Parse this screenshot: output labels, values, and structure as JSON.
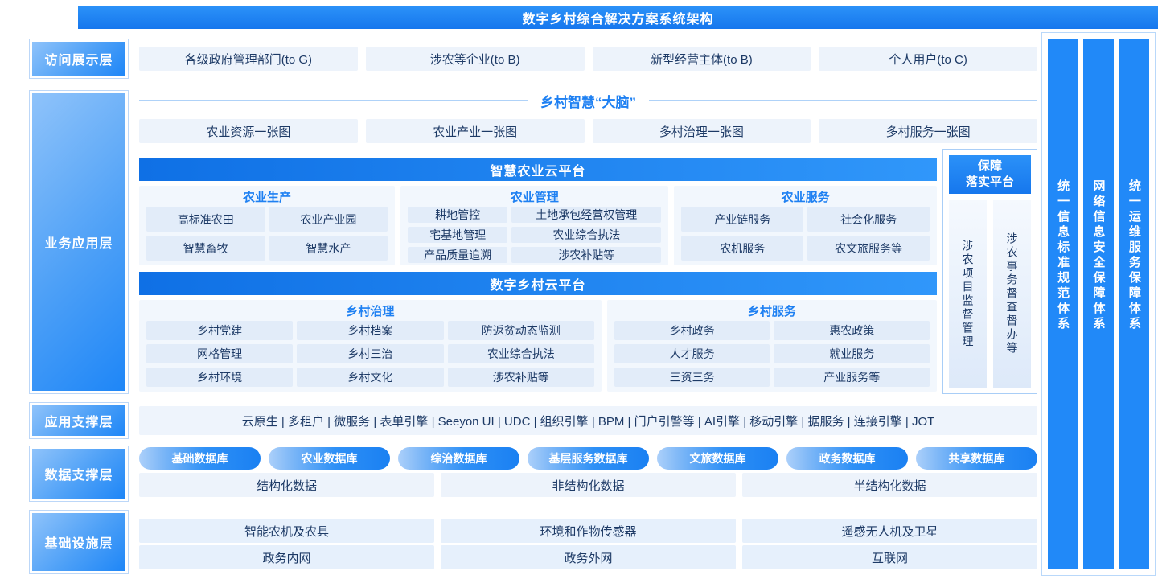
{
  "title": "数字乡村综合解决方案系统架构",
  "left_layers": [
    {
      "label": "访问展示层"
    },
    {
      "label": "业务应用层"
    },
    {
      "label": "应用支撑层"
    },
    {
      "label": "数据支撑层"
    },
    {
      "label": "基础设施层"
    }
  ],
  "access": {
    "items": [
      "各级政府管理部门(to G)",
      "涉农等企业(to B)",
      "新型经营主体(to B)",
      "个人用户(to C)"
    ]
  },
  "brain": {
    "title": "乡村智慧“大脑”",
    "maps": [
      "农业资源一张图",
      "农业产业一张图",
      "多村治理一张图",
      "多村服务一张图"
    ]
  },
  "smart_agri": {
    "title": "智慧农业云平台",
    "groups": [
      {
        "title": "农业生产",
        "items": [
          "高标准农田",
          "农业产业园",
          "智慧畜牧",
          "智慧水产"
        ]
      },
      {
        "title": "农业管理",
        "items": [
          "耕地管控",
          "土地承包经营权管理",
          "宅基地管理",
          "农业综合执法",
          "产品质量追溯",
          "涉农补贴等"
        ]
      },
      {
        "title": "农业服务",
        "items": [
          "产业链服务",
          "社会化服务",
          "农机服务",
          "农文旅服务等"
        ]
      }
    ]
  },
  "digital_village": {
    "title": "数字乡村云平台",
    "groups": [
      {
        "title": "乡村治理",
        "items": [
          "乡村党建",
          "乡村档案",
          "防返贫动态监测",
          "网格管理",
          "乡村三治",
          "农业综合执法",
          "乡村环境",
          "乡村文化",
          "涉农补贴等"
        ]
      },
      {
        "title": "乡村服务",
        "items": [
          "乡村政务",
          "惠农政策",
          "人才服务",
          "就业服务",
          "三资三务",
          "产业服务等"
        ]
      }
    ]
  },
  "guarantee": {
    "title_lines": [
      "保障",
      "落实平台"
    ],
    "items": [
      "涉农项目监督管理",
      "涉农事务督查督办等"
    ]
  },
  "app_support": {
    "separator": " | ",
    "items": [
      "云原生",
      "多租户",
      "微服务",
      "表单引擎",
      "Seeyon UI",
      "UDC",
      "组织引擎",
      "BPM",
      "门户引警等",
      "AI引擎",
      "移动引擎",
      "据服务",
      "连接引擎",
      "JOT"
    ]
  },
  "data_support": {
    "databases": [
      "基础数据库",
      "农业数据库",
      "综治数据库",
      "基层服务数据库",
      "文旅数据库",
      "政务数据库",
      "共享数据库"
    ],
    "data_types": [
      "结构化数据",
      "非结构化数据",
      "半结构化数据"
    ]
  },
  "infrastructure": {
    "rows": [
      [
        "智能农机及农具",
        "环境和作物传感器",
        "遥感无人机及卫星"
      ],
      [
        "政务内网",
        "政务外网",
        "互联网"
      ]
    ]
  },
  "right_bars": [
    "统一信息标准规范体系",
    "网络信息安全保障体系",
    "统一运维服务保障体系"
  ],
  "colors": {
    "accent": "#1E80F2",
    "banner_top": "#2B91F8",
    "banner_bottom": "#1677ED",
    "header_gradient_left": "#0F70E5",
    "header_gradient_right": "#3097FA",
    "bar_blue": "#2189F8",
    "navy_text": "#1D3A66",
    "light_box": "#EDF3FB",
    "panel_bg": "#F2F7FD",
    "item_box": "#E2ECF9",
    "border_light": "#BBD8F9"
  }
}
